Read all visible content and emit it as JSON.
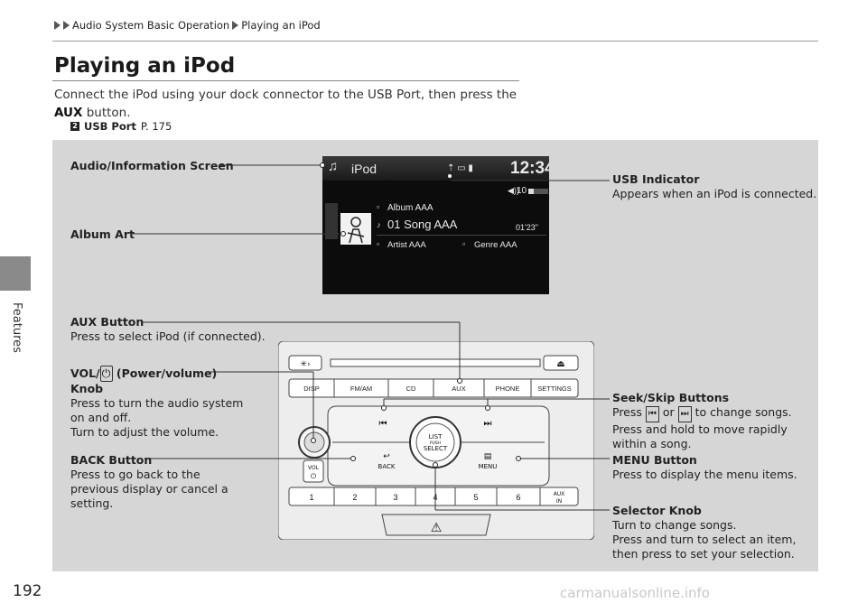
{
  "breadcrumb": [
    "Audio System Basic Operation",
    "Playing an iPod"
  ],
  "side_tab": "Features",
  "page_title": "Playing an iPod",
  "intro": {
    "text_before": "Connect the iPod using your dock connector to the USB Port, then press the ",
    "bold_word": "AUX",
    "text_after": " button."
  },
  "xref": {
    "label": "USB Port",
    "page": "P. 175"
  },
  "screen": {
    "source": "iPod",
    "clock": "12:34",
    "volume": "10",
    "album": "Album AAA",
    "song": "01 Song AAA",
    "elapsed": "01'23\"",
    "artist": "Artist AAA",
    "genre": "Genre AAA"
  },
  "callouts": {
    "audio_screen": {
      "title": "Audio/Information Screen"
    },
    "album_art": {
      "title": "Album Art"
    },
    "usb_indicator": {
      "title": "USB Indicator",
      "desc": "Appears when an iPod is connected."
    },
    "aux_button": {
      "title": "AUX Button",
      "desc": "Press to select iPod (if connected)."
    },
    "vol_knob": {
      "title_prefix": "VOL/",
      "title_suffix": " (Power/volume)",
      "title_line2": "Knob",
      "desc1": "Press to turn the audio system",
      "desc2": "on and off.",
      "desc3": "Turn to adjust the volume."
    },
    "seek_skip": {
      "title": "Seek/Skip Buttons",
      "desc1_pre": "Press",
      "desc1_mid": "or",
      "desc1_post": "to change songs.",
      "desc2": "Press and hold to move rapidly",
      "desc3": "within a song."
    },
    "back_button": {
      "title": "BACK Button",
      "desc1": "Press to go back to the",
      "desc2": "previous display or cancel a",
      "desc3": "setting."
    },
    "menu_button": {
      "title": "MENU Button",
      "desc": "Press to display the menu items."
    },
    "selector_knob": {
      "title": "Selector Knob",
      "desc1": "Turn to change songs.",
      "desc2": "Press and turn to select an item,",
      "desc3": "then press to set your selection."
    }
  },
  "radio": {
    "row1": [
      "DISP",
      "FM/AM",
      "CD",
      "AUX",
      "PHONE",
      "SETTINGS"
    ],
    "presets": [
      "1",
      "2",
      "3",
      "4",
      "5",
      "6"
    ],
    "aux_in": [
      "AUX",
      "IN"
    ],
    "knob_text": [
      "LIST",
      "PUSH",
      "SELECT"
    ],
    "back": "BACK",
    "menu": "MENU",
    "vol": "VOL"
  },
  "page_number": "192",
  "watermark": "carmanualsonline.info"
}
